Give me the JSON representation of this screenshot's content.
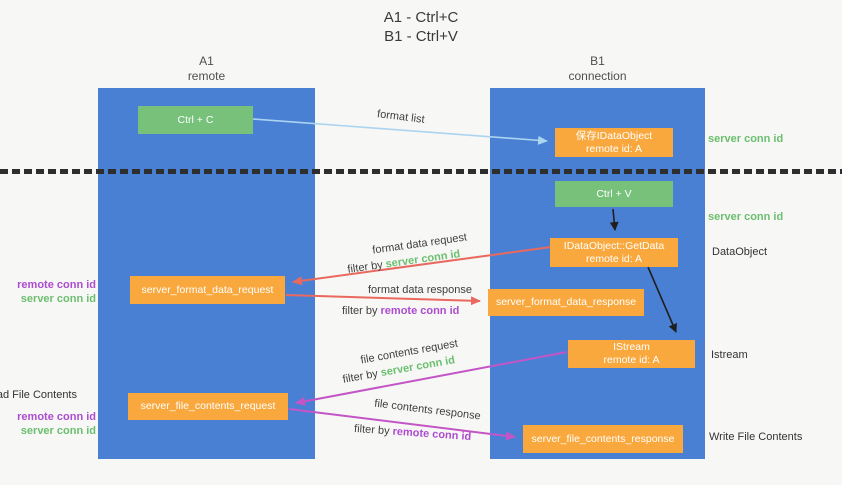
{
  "title": {
    "line1": "A1 - Ctrl+C",
    "line2": "B1 - Ctrl+V"
  },
  "columns": {
    "left": {
      "name": "A1",
      "role": "remote"
    },
    "right": {
      "name": "B1",
      "role": "connection"
    }
  },
  "nodes": {
    "ctrl_c": {
      "label": "Ctrl + C"
    },
    "ctrl_v": {
      "label": "Ctrl + V"
    },
    "save_dataobject": {
      "line1": "保存IDataObject",
      "line2": "remote id: A"
    },
    "getdata": {
      "line1": "IDataObject::GetData",
      "line2": "remote id: A"
    },
    "istream": {
      "line1": "IStream",
      "line2": "remote id: A"
    },
    "server_format_data_request": {
      "label": "server_format_data_request"
    },
    "server_format_data_response": {
      "label": "server_format_data_response"
    },
    "server_file_contents_request": {
      "label": "server_file_contents_request"
    },
    "server_file_contents_response": {
      "label": "server_file_contents_response"
    }
  },
  "edge_labels": {
    "format_list": "format list",
    "format_data_request": "format data request",
    "format_data_response": "format data response",
    "file_contents_request": "file contents request",
    "file_contents_response": "file contents response",
    "filter_by": "filter by ",
    "server_conn_id": "server conn id",
    "remote_conn_id": "remote conn id"
  },
  "side_labels": {
    "server_conn_id_top": "server conn id",
    "server_conn_id_mid": "server conn id",
    "data_object": "DataObject",
    "istream": "Istream",
    "write_file_contents": "Write File Contents",
    "read_file_contents": "Read File Contents",
    "remote_conn_id_1": "remote conn id",
    "server_conn_id_1": "server conn id",
    "remote_conn_id_2": "remote conn id",
    "server_conn_id_2": "server conn id"
  },
  "colors": {
    "column_blue": "#4a80d3",
    "green_box": "#77c17b",
    "orange_box": "#f9a83e",
    "arrow_blue": "#aad4ef",
    "arrow_red": "#e9695f",
    "arrow_magenta": "#c355c6",
    "arrow_black": "#1f1f1f",
    "text_green": "#6bbf6f",
    "text_purple": "#ad4cd1"
  }
}
